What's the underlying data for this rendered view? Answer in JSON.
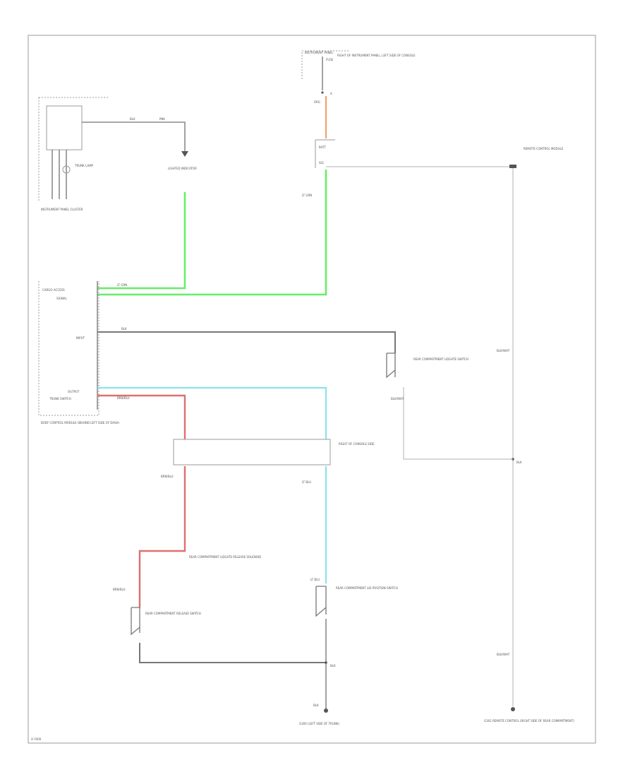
{
  "colors": {
    "green": "#66ee66",
    "cyan": "#88e4ee",
    "red": "#dd7070",
    "orange": "#f0a070",
    "wire": "#8a8a8a"
  },
  "labels": {
    "fuse_box_title": "INSTRUMENT PANEL",
    "fuse_box_fuse": "FUSE",
    "fuse_box_desc": "RIGHT OF INSTRUMENT PANEL, LEFT SIDE OF CONSOLE",
    "fuse_pin": "A",
    "fuse_wire": "ORG",
    "wire_batt": "BATT",
    "wire_sig": "SIG",
    "remote_control_module": "REMOTE CONTROL MODULE",
    "lt_grn_1": "LT GRN",
    "ipc_wire": "BLK",
    "ipc_wire2": "PNK",
    "ipc_bulb": "TRUNK LAMP",
    "ipc_label": "INSTRUMENT PANEL CLUSTER",
    "indicator": "LIGHTED INDICATOR",
    "bcm_trunk": "CARGO ACCESS",
    "bcm_signal": "SIGNAL",
    "bcm_input": "INPUT",
    "bcm_output": "OUTPUT",
    "bcm_trunk_sw": "TRUNK SWITCH",
    "bcm_label": "BODY CONTROL MODULE (BEHIND LEFT SIDE OF DASH)",
    "rear_switch": "REAR COMPARTMENT LIDGATE SWITCH",
    "blk_wht": "BLK/WHT",
    "blk": "BLK",
    "connector": "RIGHT OF CONSOLE SIDE",
    "brn_blu": "BRN/BLU",
    "lt_blu": "LT BLU",
    "rear_release_sol": "REAR COMPARTMENT LIDGATE RELEASE SOLENOID",
    "rear_release": "REAR COMPARTMENT RELEASE SWITCH",
    "rear_lid_sw": "REAR COMPARTMENT LID POSITION SWITCH",
    "ground_left": "G300 (LEFT SIDE OF TRUNK)",
    "ground_right": "G301 REMOTE CONTROL (RIGHT SIDE OF REAR COMPARTMENT)",
    "page_code": "X-7000"
  }
}
